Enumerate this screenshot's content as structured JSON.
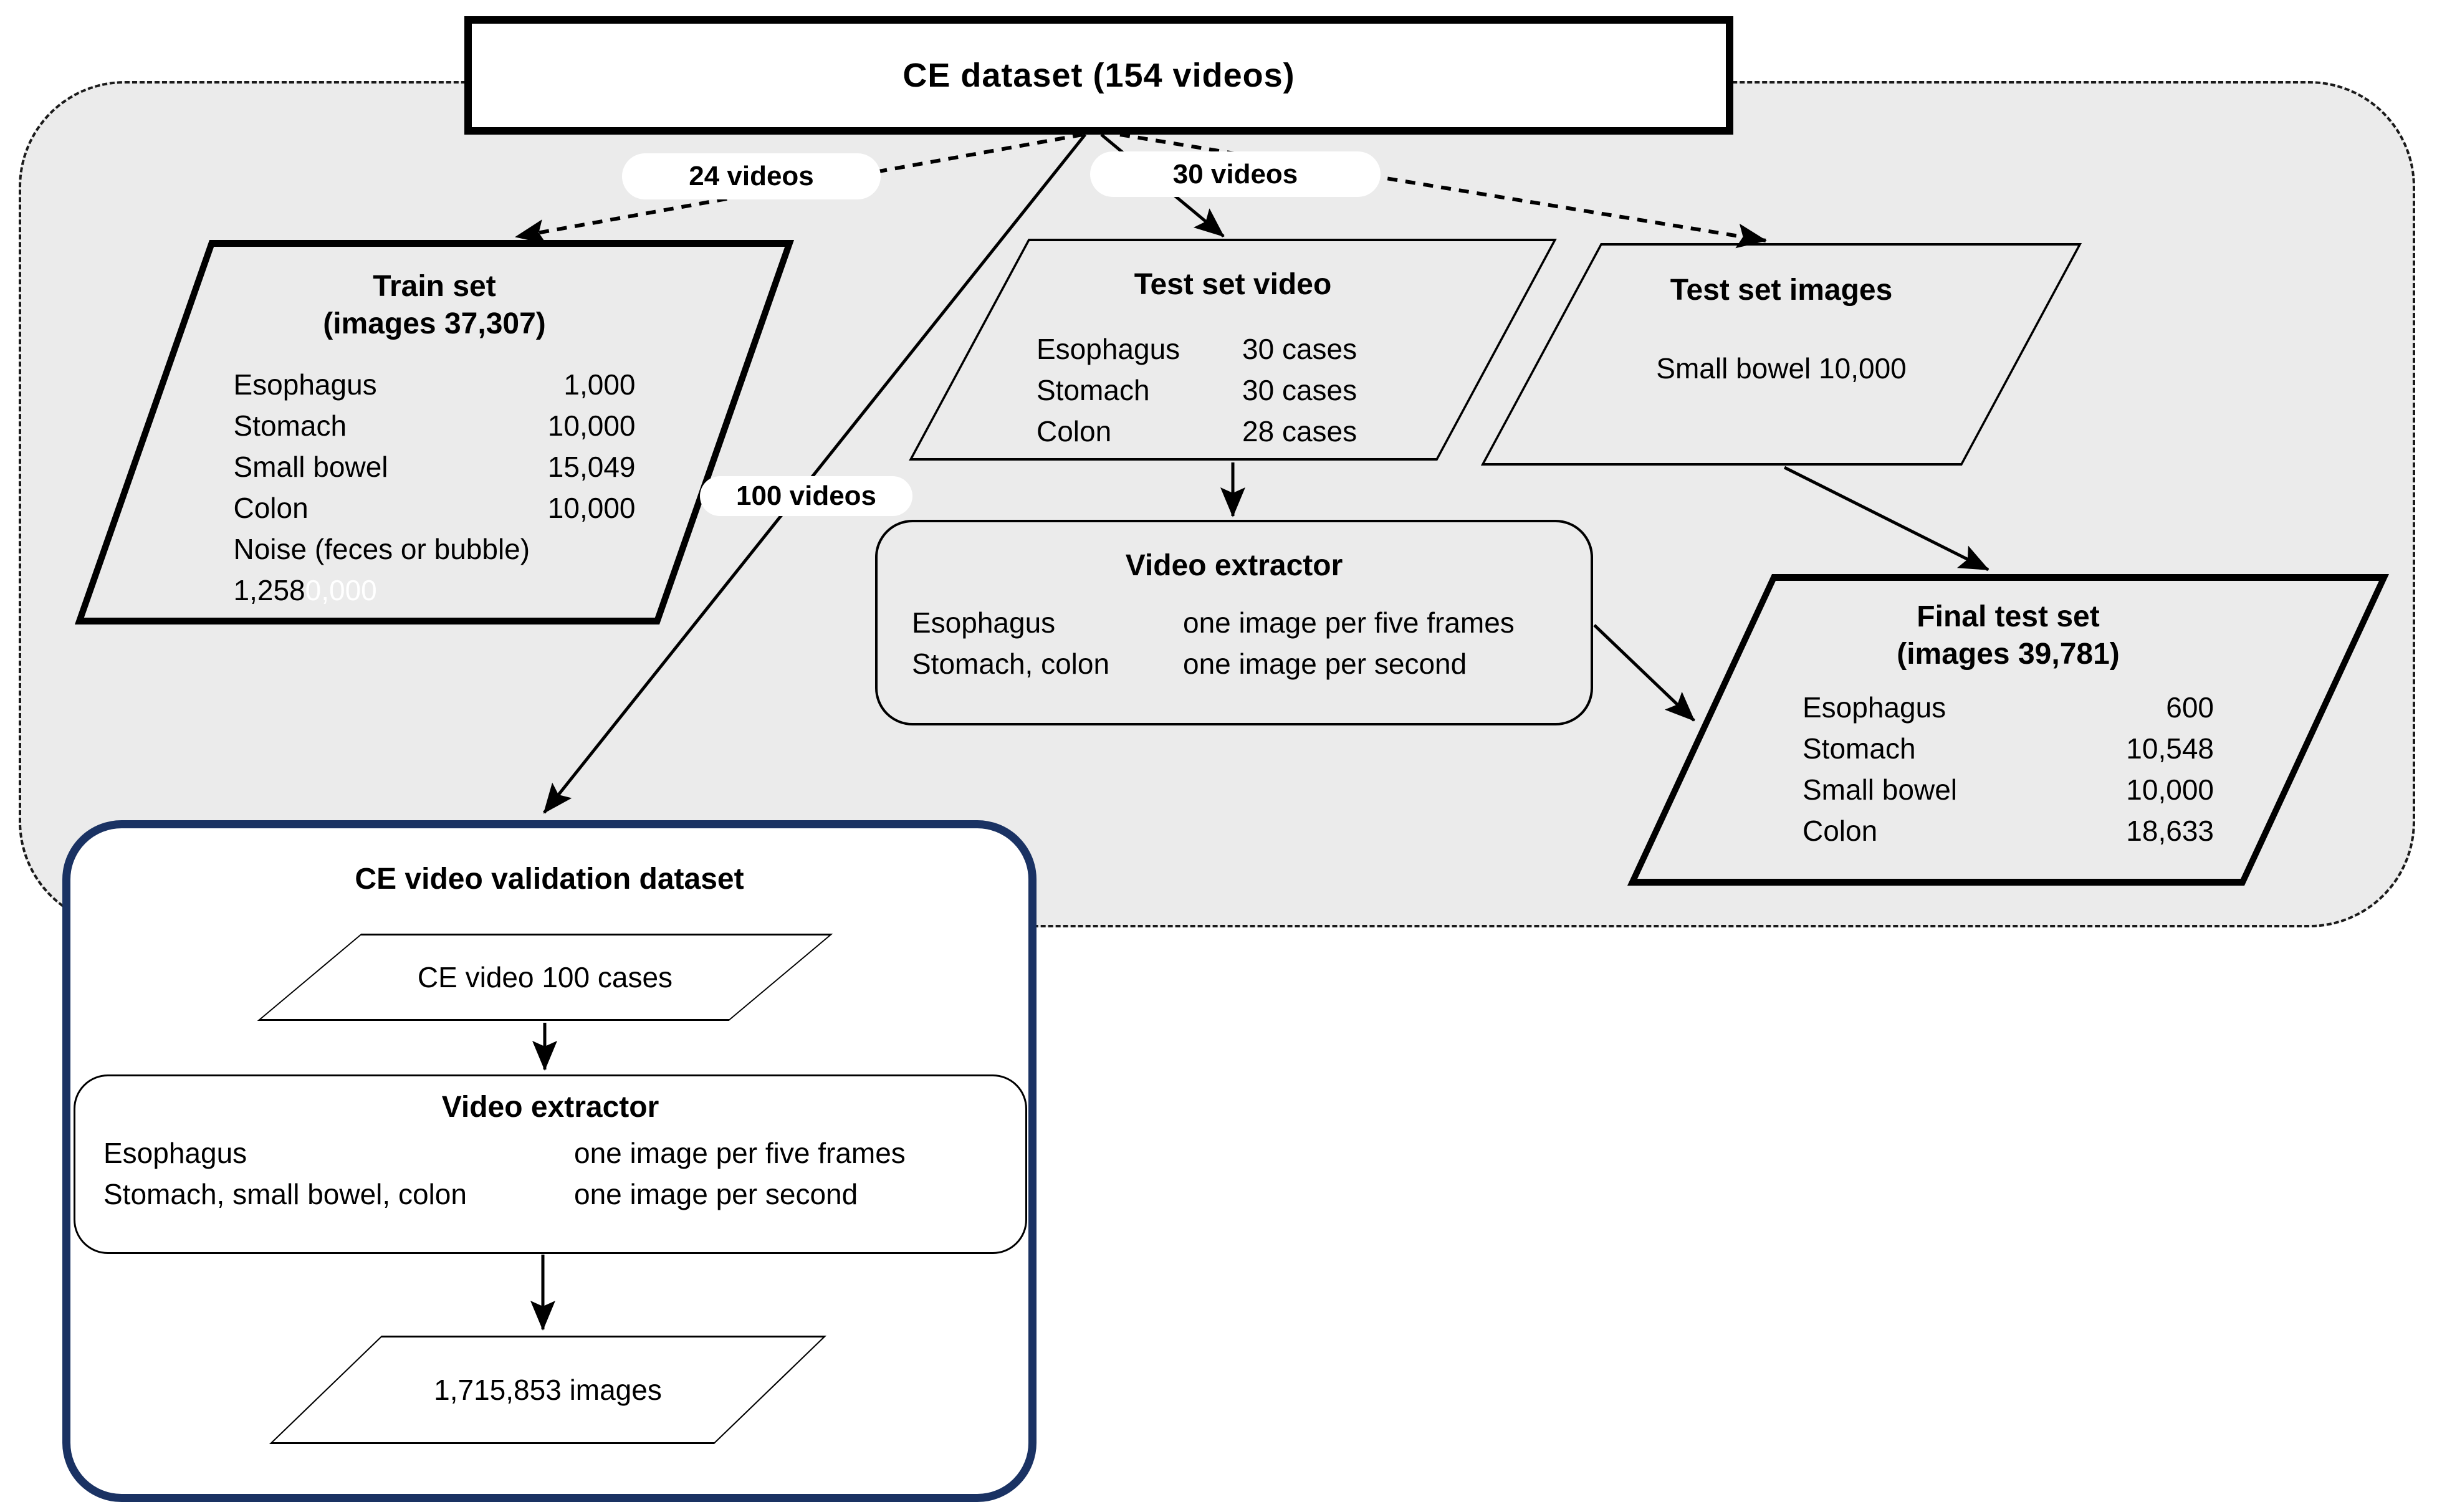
{
  "colors": {
    "container_bg": "#ebebeb",
    "navy_border": "#1a3263",
    "line_black": "#000000",
    "ghost_white": "#ffffff"
  },
  "root_box": {
    "title": "CE dataset (154 videos)"
  },
  "edge_labels": {
    "train": "24 videos",
    "test": "30 videos",
    "validation": "100 videos"
  },
  "train_set": {
    "title": "Train set",
    "subtitle": "(images 37,307)",
    "rows": [
      {
        "label": "Esophagus",
        "value": "1,000"
      },
      {
        "label": "Stomach",
        "value": "10,000"
      },
      {
        "label": "Small bowel",
        "value": "15,049"
      },
      {
        "label": "Colon",
        "value": "10,000"
      }
    ],
    "noise_label": "Noise (feces or bubble)",
    "noise_value": "1,258",
    "noise_hidden": "0,000"
  },
  "test_set_video": {
    "title": "Test set video",
    "rows": [
      {
        "label": "Esophagus",
        "value": "30 cases"
      },
      {
        "label": "Stomach",
        "value": "30 cases"
      },
      {
        "label": "Colon",
        "value": "28 cases"
      }
    ]
  },
  "test_set_images": {
    "title": "Test set images",
    "body": "Small bowel 10,000"
  },
  "video_extractor": {
    "title": "Video extractor",
    "rows": [
      {
        "label": "Esophagus",
        "value": "one image per five frames"
      },
      {
        "label": "Stomach, colon",
        "value": "one image per second"
      }
    ]
  },
  "final_test_set": {
    "title": "Final test set",
    "subtitle": "(images 39,781)",
    "rows": [
      {
        "label": "Esophagus",
        "value": "600"
      },
      {
        "label": "Stomach",
        "value": "10,548"
      },
      {
        "label": "Small bowel",
        "value": "10,000"
      },
      {
        "label": "Colon",
        "value": "18,633"
      }
    ]
  },
  "validation": {
    "title": "CE video validation dataset",
    "input_shape": "CE video 100 cases",
    "extractor": {
      "title": "Video extractor",
      "rows": [
        {
          "label": "Esophagus",
          "value": "one image per five frames"
        },
        {
          "label": "Stomach, small bowel, colon",
          "value": "one image per second"
        }
      ]
    },
    "output_shape": "1,715,853 images"
  }
}
